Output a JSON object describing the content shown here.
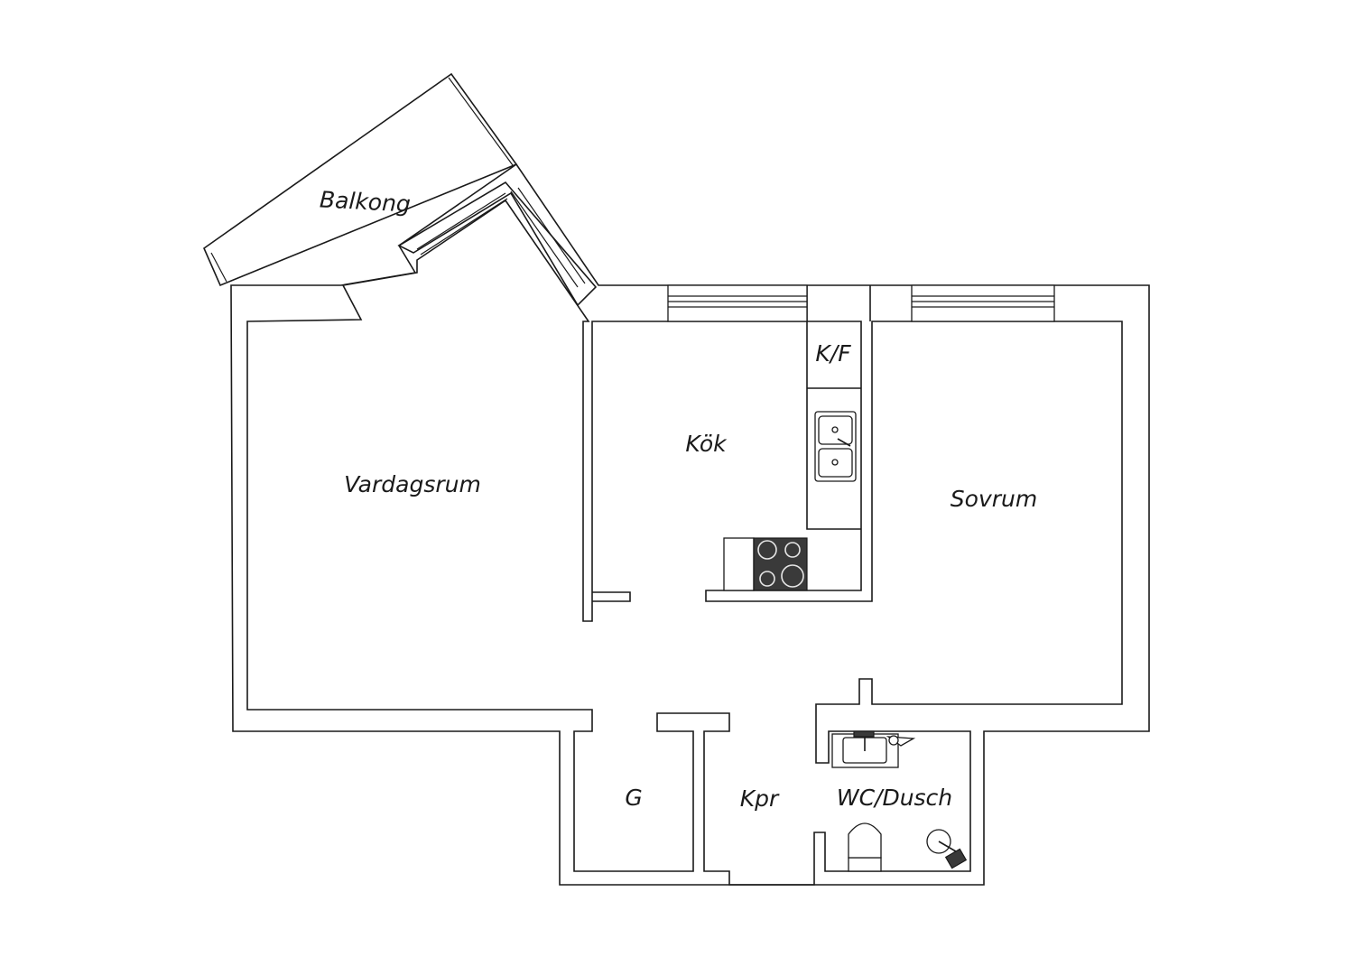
{
  "floorplan": {
    "rooms": {
      "balkong": "Balkong",
      "vardagsrum": "Vardagsrum",
      "kok": "Kök",
      "kf": "K/F",
      "sovrum": "Sovrum",
      "g": "G",
      "kpr": "Kpr",
      "wc": "WC/Dusch"
    }
  }
}
